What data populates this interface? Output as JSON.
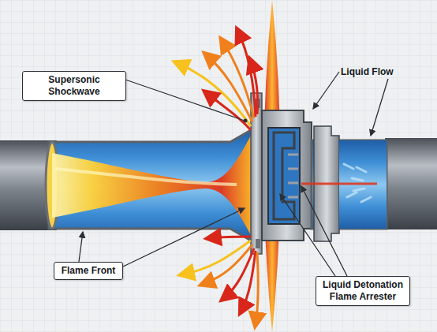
{
  "diagram": {
    "nodes": [
      {
        "text": [
          "Supersonic Shockwave"
        ]
      },
      {
        "text": [
          "Flame Front"
        ]
      },
      {
        "text": [
          "Liquid Detonation Flame Arrester"
        ]
      }
    ],
    "labels": [
      "Liquid Flow"
    ]
  }
}
